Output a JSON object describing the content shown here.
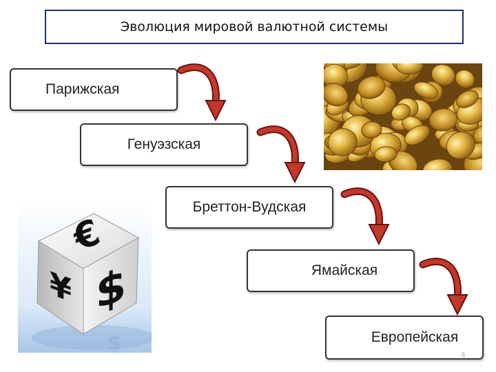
{
  "title": "Эволюция мировой валютной системы",
  "stages": [
    {
      "label": "Парижская"
    },
    {
      "label": "Генуэзская"
    },
    {
      "label": "Бреттон-Вудская"
    },
    {
      "label": "Ямайская"
    },
    {
      "label": "Европейская"
    }
  ],
  "page_number": "5",
  "colors": {
    "title_border": "#1f2e6b",
    "arrow_red": "#b22a2a",
    "coin_gold": "#d4a52a"
  },
  "images": {
    "coins": "coins-photo",
    "dice": "currency-dice-photo"
  }
}
